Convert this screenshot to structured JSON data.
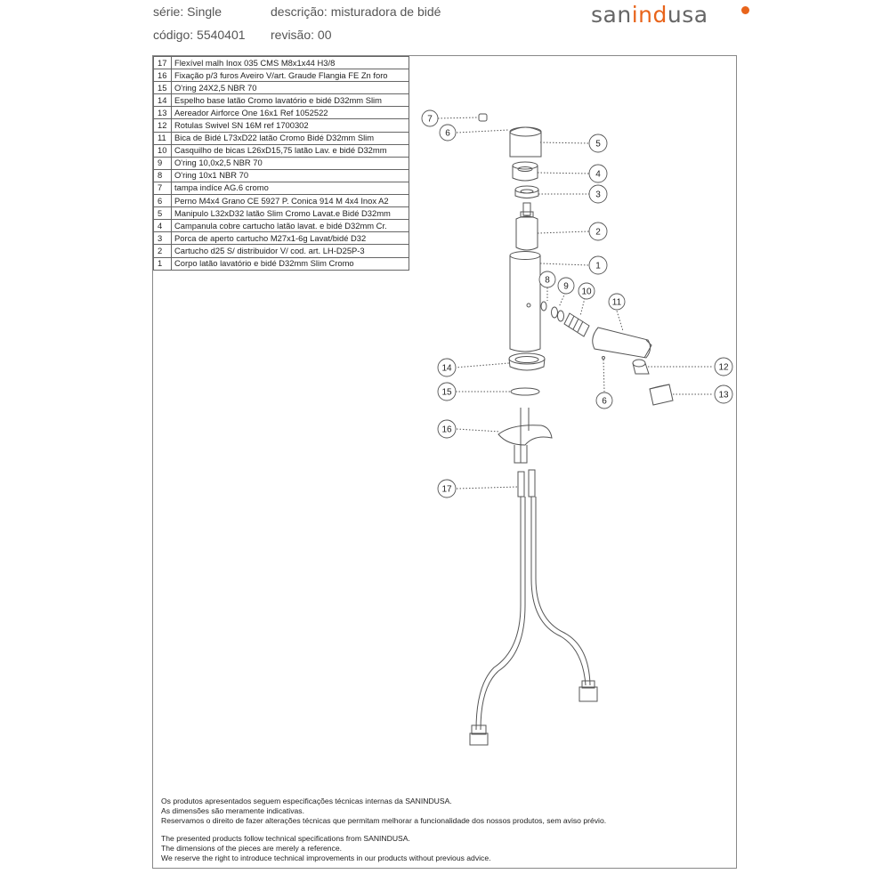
{
  "header": {
    "serie": "série: Single",
    "descricao": "descrição: misturadora de bidé",
    "codigo": "código: 5540401",
    "revisao": "revisão: 00"
  },
  "logo": {
    "part1": "san",
    "part2": "ind",
    "part3": "usa"
  },
  "parts": [
    {
      "num": "17",
      "desc": "Flexível malh Inox 035 CMS  M8x1x44  H3/8"
    },
    {
      "num": "16",
      "desc": "Fixação p/3 furos Aveiro V/art. Graude Flangia FE Zn foro"
    },
    {
      "num": "15",
      "desc": "O'ring 24X2,5 NBR 70"
    },
    {
      "num": "14",
      "desc": "Espelho base latão Cromo lavatório e bidé D32mm Slim"
    },
    {
      "num": "13",
      "desc": "Aereador Airforce One 16x1 Ref 1052522"
    },
    {
      "num": "12",
      "desc": "Rotulas Swivel SN 16M ref 1700302"
    },
    {
      "num": "11",
      "desc": "Bica de Bidé L73xD22 latão Cromo Bidé  D32mm Slim"
    },
    {
      "num": "10",
      "desc": "Casquilho de bicas L26xD15,75 latão Lav. e bidé  D32mm"
    },
    {
      "num": "9",
      "desc": "O'ring 10,0x2,5 NBR 70"
    },
    {
      "num": "8",
      "desc": "O'ring 10x1 NBR 70"
    },
    {
      "num": "7",
      "desc": "tampa indíce AG.6 cromo"
    },
    {
      "num": "6",
      "desc": "Perno M4x4 Grano CE 5927 P. Conica 914 M 4x4 Inox A2"
    },
    {
      "num": "5",
      "desc": "Manipulo L32xD32 latão Slim Cromo Lavat.e Bidé D32mm"
    },
    {
      "num": "4",
      "desc": "Campanula cobre cartucho latão lavat. e bidé D32mm Cr."
    },
    {
      "num": "3",
      "desc": "Porca de aperto cartucho M27x1-6g Lavat/bidé D32"
    },
    {
      "num": "2",
      "desc": "Cartucho d25 S/ distribuidor V/ cod. art. LH-D25P-3"
    },
    {
      "num": "1",
      "desc": "Corpo latão lavatório e bidé D32mm Slim Cromo"
    }
  ],
  "callouts": {
    "c7": "7",
    "c6a": "6",
    "c5": "5",
    "c4": "4",
    "c3": "3",
    "c2": "2",
    "c1": "1",
    "c8": "8",
    "c9": "9",
    "c10": "10",
    "c11": "11",
    "c12": "12",
    "c13": "13",
    "c6b": "6",
    "c14": "14",
    "c15": "15",
    "c16": "16",
    "c17": "17"
  },
  "footer": {
    "pt1": "Os produtos apresentados seguem especificações técnicas internas da SANINDUSA.",
    "pt2": "As dimensões são meramente indicativas.",
    "pt3": "Reservamos o direito de fazer alterações técnicas que permitam melhorar a funcionalidade dos nossos produtos, sem aviso prévio.",
    "en1": "The presented products follow technical specifications from SANINDUSA.",
    "en2": "The dimensions of the pieces are merely a reference.",
    "en3": "We reserve the right to introduce technical improvements in our products without previous advice."
  },
  "colors": {
    "brand_orange": "#e8641b",
    "line": "#555555"
  }
}
